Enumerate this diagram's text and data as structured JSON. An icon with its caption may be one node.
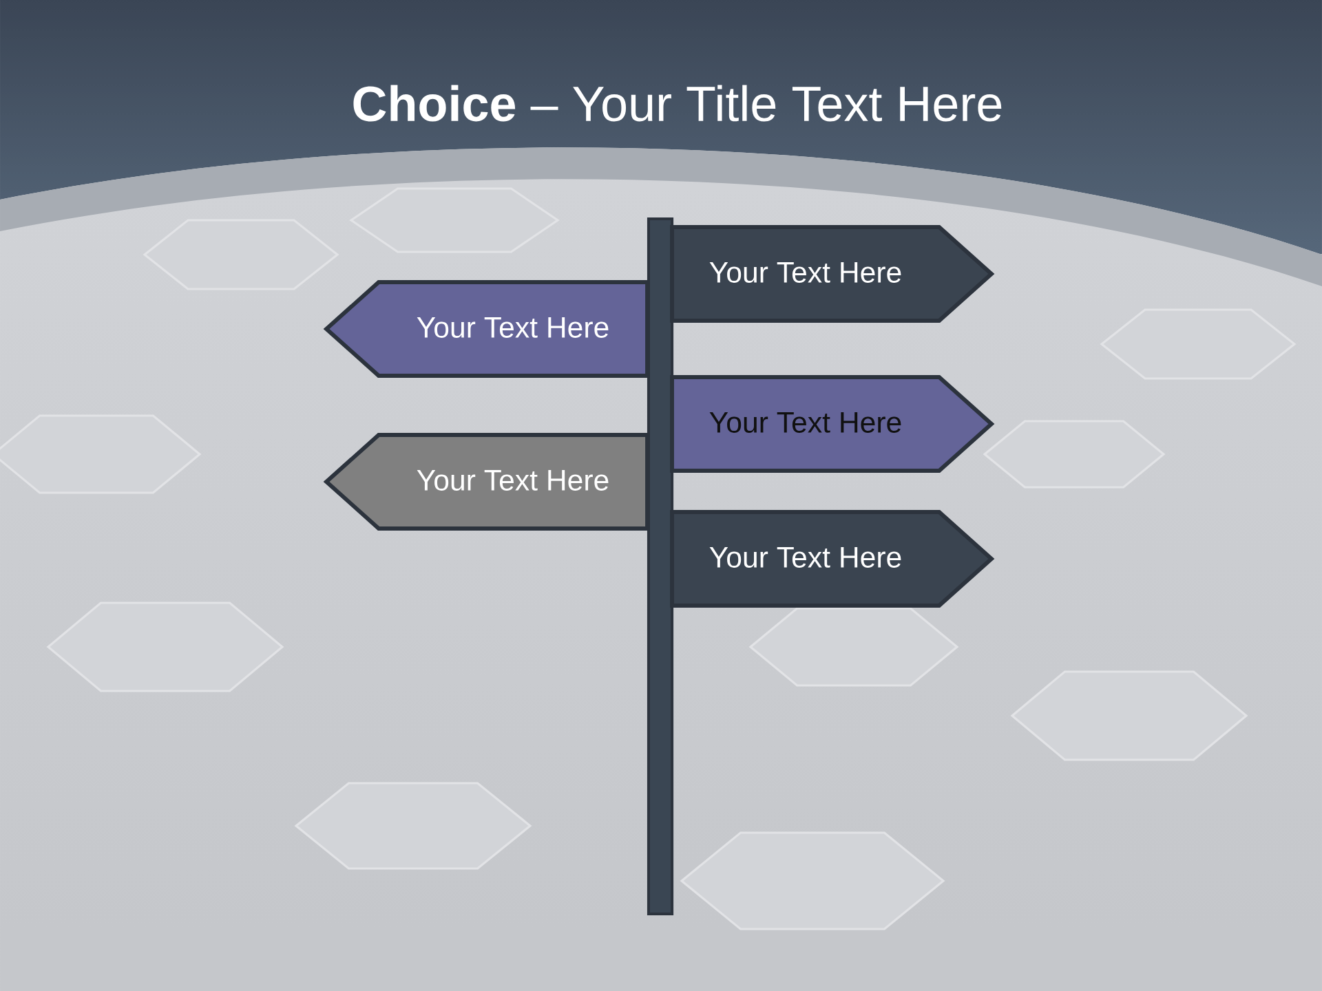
{
  "diagram": {
    "title": "**Choice** – Your Title Text Here",
    "nodes": [
      {
        "text": [],
        "shape": "bar"
      },
      {
        "text": [
          "Your Text Here"
        ]
      },
      {
        "text": [
          "Your Text Here"
        ]
      },
      {
        "text": [
          "Your Text Here"
        ]
      },
      {
        "text": [
          "Your Text Here"
        ]
      },
      {
        "text": [
          "Your Text Here"
        ]
      }
    ]
  }
}
